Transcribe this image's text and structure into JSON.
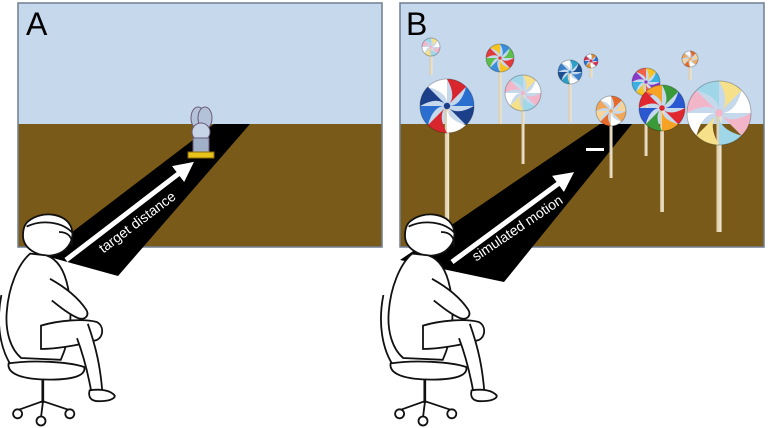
{
  "panels": [
    {
      "id": "A",
      "label": "A",
      "arrow_label": "target distance"
    },
    {
      "id": "B",
      "label": "B",
      "arrow_label": "simulated motion"
    }
  ],
  "colors": {
    "sky": "#c5d8ec",
    "ground": "#7a5a18",
    "frame": "#6f7f94",
    "road": "#000000",
    "arrow": "#ffffff",
    "outline": "#111111"
  },
  "icons": {
    "target": "bunny-figure-icon",
    "landmark": "lollipop-icon",
    "observer": "seated-vr-user-icon"
  }
}
